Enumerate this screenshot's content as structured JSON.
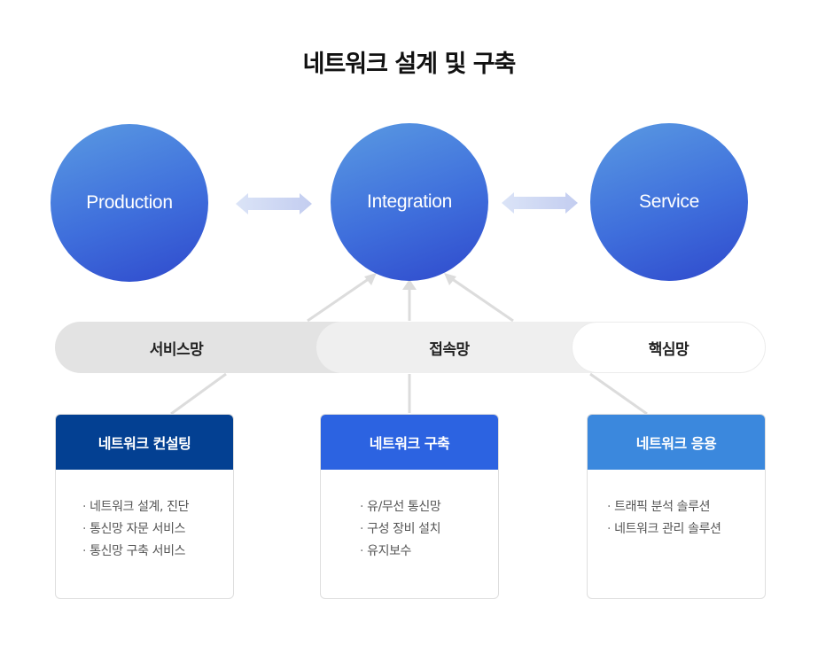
{
  "title": "네트워크 설계 및 구축",
  "circles": [
    {
      "label": "Production"
    },
    {
      "label": "Integration"
    },
    {
      "label": "Service"
    }
  ],
  "network_segments": [
    {
      "label": "서비스망"
    },
    {
      "label": "접속망"
    },
    {
      "label": "핵심망"
    }
  ],
  "cards": [
    {
      "header": "네트워크 컨설팅",
      "items": [
        "네트워크 설계, 진단",
        "통신망 자문 서비스",
        "통신망 구축 서비스"
      ]
    },
    {
      "header": "네트워크 구축",
      "items": [
        "유/무선 통신망",
        "구성 장비 설치",
        "유지보수"
      ]
    },
    {
      "header": "네트워크 응용",
      "items": [
        "트래픽 분석 솔루션",
        "네트워크 관리 솔루션"
      ]
    }
  ],
  "colors": {
    "circle_gradient_top": "#5a9ae2",
    "circle_gradient_bottom": "#2f49cc",
    "card_consulting_header": "#034092",
    "card_build_header": "#2c63e1",
    "card_apply_header": "#3b88dd",
    "connector_line": "#dcdcdc",
    "double_arrow": "#c8d3f0"
  }
}
